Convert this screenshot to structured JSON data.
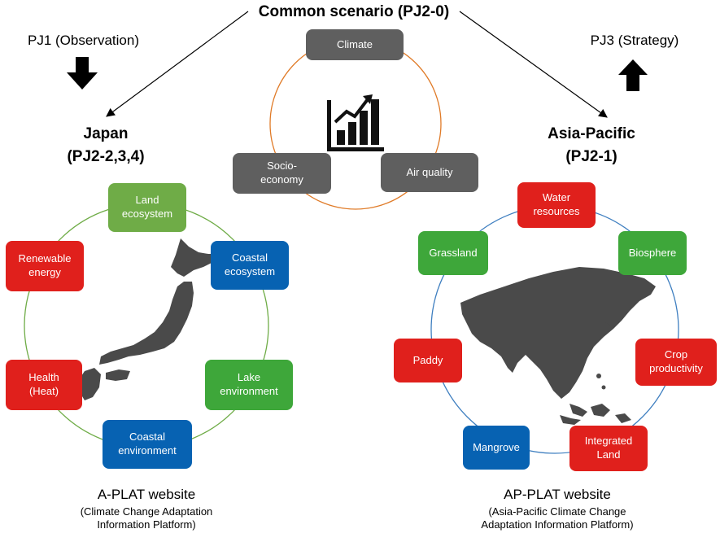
{
  "top_title": "Common scenario (PJ2-0)",
  "pj1": "PJ1 (Observation)",
  "pj3": "PJ3 (Strategy)",
  "japan": {
    "title_line1": "Japan",
    "title_line2": "(PJ2-2,3,4)"
  },
  "asia": {
    "title_line1": "Asia-Pacific",
    "title_line2": "(PJ2-1)"
  },
  "scenario": {
    "climate": "Climate",
    "socio_line1": "Socio-",
    "socio_line2": "economy",
    "air_quality": "Air quality"
  },
  "japan_boxes": {
    "land_ecosystem": [
      "Land",
      "ecosystem"
    ],
    "renewable_energy": [
      "Renewable",
      "energy"
    ],
    "coastal_ecosystem": [
      "Coastal",
      "ecosystem"
    ],
    "health": [
      "Health",
      "(Heat)"
    ],
    "lake_environment": [
      "Lake",
      "environment"
    ],
    "coastal_environment": [
      "Coastal",
      "environment"
    ]
  },
  "asia_boxes": {
    "water_resources": [
      "Water",
      "resources"
    ],
    "grassland": "Grassland",
    "biosphere": "Biosphere",
    "paddy": "Paddy",
    "crop_productivity": [
      "Crop",
      "productivity"
    ],
    "mangrove": "Mangrove",
    "integrated_land": [
      "Integrated",
      "Land"
    ]
  },
  "aplat": {
    "title": "A-PLAT website",
    "sub_line1": "(Climate Change Adaptation",
    "sub_line2": "Information Platform)"
  },
  "applat": {
    "title": "AP-PLAT website",
    "sub_line1": "(Asia-Pacific Climate Change",
    "sub_line2": "Adaptation Information Platform)"
  },
  "colors": {
    "red": "#e0201c",
    "green": "#3ea73a",
    "light_green": "#6fac47",
    "blue": "#0762b2",
    "gray": "#5f5f5f",
    "map": "#4a4a4a",
    "orange_circle": "#e07b28",
    "green_circle": "#6fac47",
    "blue_circle": "#3f7fc0"
  },
  "icons": [
    "down-arrow-icon",
    "up-arrow-icon",
    "growth-chart-icon",
    "japan-map",
    "asia-pacific-map"
  ]
}
